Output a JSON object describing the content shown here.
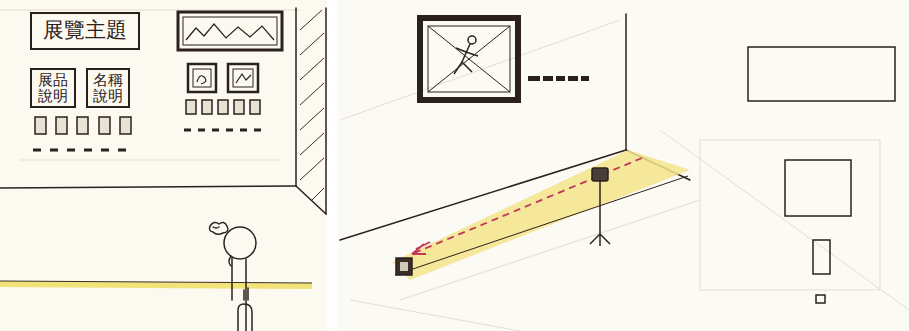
{
  "diagram": {
    "nodes": [
      {
        "text": [
          "展覽主題"
        ]
      },
      {
        "text": [
          "展品說明"
        ]
      },
      {
        "text": [
          "名稱說明"
        ]
      }
    ]
  }
}
